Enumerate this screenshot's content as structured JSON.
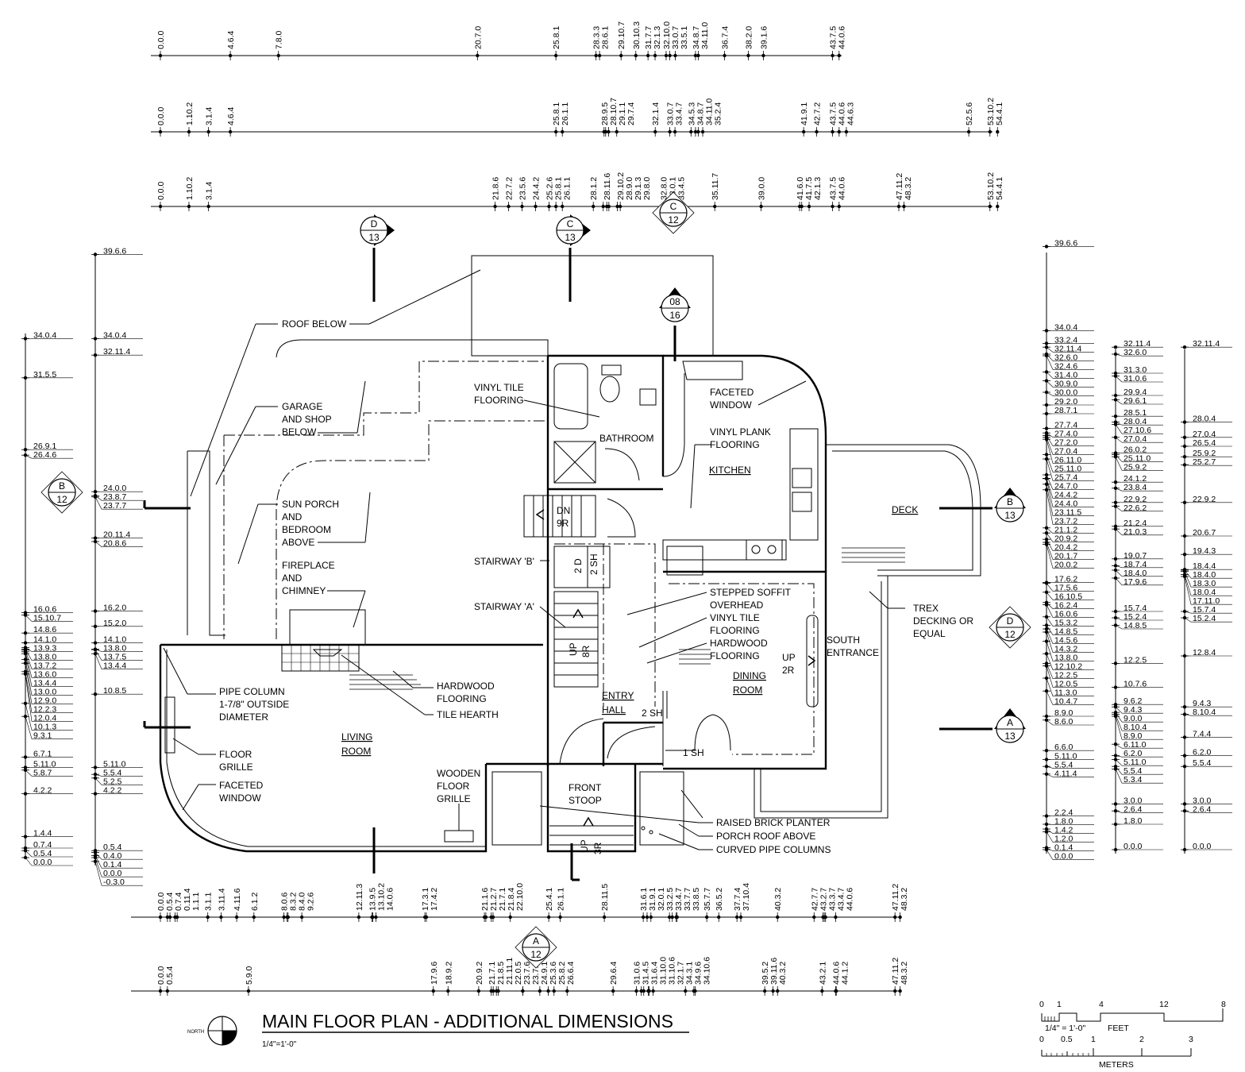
{
  "title": "MAIN FLOOR PLAN - ADDITIONAL DIMENSIONS",
  "scale": "1/4\"=1'-0\"",
  "north_label": "NORTH",
  "rooms": {
    "bathroom": "BATHROOM",
    "kitchen": "KITCHEN",
    "deck": "DECK",
    "living_1": "LIVING",
    "living_2": "ROOM",
    "dining_1": "DINING",
    "dining_2": "ROOM",
    "entry_1": "ENTRY",
    "entry_2": "HALL",
    "stoop_1": "FRONT",
    "stoop_2": "STOOP",
    "south_1": "SOUTH",
    "south_2": "ENTRANCE"
  },
  "notes": {
    "roof_below": "ROOF BELOW",
    "garage": [
      "GARAGE",
      "AND SHOP",
      "BELOW"
    ],
    "sun_porch": [
      "SUN PORCH",
      "AND",
      "BEDROOM",
      "ABOVE"
    ],
    "fireplace": [
      "FIREPLACE",
      "AND",
      "CHIMNEY"
    ],
    "vinyl_tile": [
      "VINYL TILE",
      "FLOORING"
    ],
    "faceted_window_top": [
      "FACETED",
      "WINDOW"
    ],
    "vinyl_plank": [
      "VINYL PLANK",
      "FLOORING"
    ],
    "stair_b": "STAIRWAY 'B'",
    "stair_a": "STAIRWAY 'A'",
    "soffit": [
      "STEPPED SOFFIT",
      "OVERHEAD",
      "VINYL TILE",
      "FLOORING",
      "HARDWOOD",
      "FLOORING"
    ],
    "trex": [
      "TREX",
      "DECKING OR",
      "EQUAL"
    ],
    "pipe_column": [
      "PIPE COLUMN",
      "1-7/8\" OUTSIDE",
      "DIAMETER"
    ],
    "hardwood": [
      "HARDWOOD",
      "FLOORING"
    ],
    "tile_hearth": "TILE HEARTH",
    "floor_grille": [
      "FLOOR",
      "GRILLE"
    ],
    "faceted_window_left": [
      "FACETED",
      "WINDOW"
    ],
    "wooden_grille": [
      "WOODEN",
      "FLOOR",
      "GRILLE"
    ],
    "planter": "RAISED BRICK PLANTER",
    "porch_roof": "PORCH ROOF ABOVE",
    "curved_pipe": "CURVED PIPE COLUMNS"
  },
  "stair_labels": {
    "dn": "DN",
    "dn_r": "9R",
    "up_a": "UP",
    "up_a_r": "8R",
    "up_stoop": "UP",
    "up_stoop_r": "3R",
    "up_dining": "UP",
    "up_dining_r": "2R",
    "two_d": "2 D",
    "two_sh": "2 SH",
    "two_sh_entry": "2 SH",
    "one_sh": "1 SH"
  },
  "markers": [
    {
      "id": "D",
      "sheet": "13"
    },
    {
      "id": "C",
      "sheet": "13"
    },
    {
      "id": "C",
      "sheet": "12"
    },
    {
      "id": "08",
      "sheet": "16"
    },
    {
      "id": "B",
      "sheet": "12"
    },
    {
      "id": "B",
      "sheet": "13"
    },
    {
      "id": "D",
      "sheet": "12"
    },
    {
      "id": "A",
      "sheet": "13"
    },
    {
      "id": "A",
      "sheet": "12"
    }
  ],
  "dimension_rows": {
    "top_1": [
      "0.0.0",
      "4.6.4",
      "7.8.0",
      "20.7.0",
      "25.8.1",
      "28.3.3",
      "28.6.1",
      "29.10.7",
      "30.10.3",
      "31.7.7",
      "32.1.3",
      "32.10.0",
      "33.0.7",
      "33.5.1",
      "34.8.7",
      "34.11.0",
      "36.7.4",
      "38.2.0",
      "39.1.6",
      "43.7.5",
      "44.0.6"
    ],
    "top_2": [
      "0.0.0",
      "1.10.2",
      "3.1.4",
      "4.6.4",
      "25.8.1",
      "26.1.1",
      "28.9.5",
      "28.10.7",
      "29.1.1",
      "29.7.4",
      "32.1.4",
      "33.0.7",
      "33.4.7",
      "34.5.3",
      "34.8.7",
      "34.11.0",
      "35.2.4",
      "41.9.1",
      "42.7.2",
      "43.7.5",
      "44.0.6",
      "44.6.3",
      "52.5.6",
      "53.10.2",
      "54.4.1"
    ],
    "top_3": [
      "0.0.0",
      "1.10.2",
      "3.1.4",
      "21.8.6",
      "22.7.2",
      "23.5.6",
      "24.4.2",
      "25.2.6",
      "25.8.1",
      "26.1.1",
      "28.1.2",
      "28.11.6",
      "29.10.2",
      "28.9.0",
      "29.1.3",
      "29.8.0",
      "32.8.0",
      "33.0.1",
      "33.4.5",
      "35.11.7",
      "39.0.0",
      "41.6.0",
      "41.7.5",
      "42.1.3",
      "43.7.5",
      "44.0.6",
      "47.11.2",
      "48.3.2",
      "53.10.2",
      "54.4.1"
    ],
    "bottom_1": [
      "0.0.0",
      "0.5.4",
      "0.7.4",
      "0.11.4",
      "1.1.1",
      "3.1.1",
      "3.11.4",
      "4.11.6",
      "6.1.2",
      "8.0.6",
      "8.3.2",
      "8.4.0",
      "9.2.6",
      "12.11.3",
      "13.9.5",
      "13.10.2",
      "14.0.6",
      "17.3.1",
      "17.4.2",
      "21.1.6",
      "21.2.7",
      "21.7.1",
      "21.8.4",
      "22.10.0",
      "25.4.1",
      "26.1.1",
      "28.11.5",
      "31.6.1",
      "31.9.1",
      "32.0.1",
      "33.2.5",
      "33.4.7",
      "33.7.7",
      "33.8.5",
      "35.7.7",
      "36.5.2",
      "37.7.4",
      "37.10.4",
      "40.3.2",
      "42.7.7",
      "43.2.7",
      "43.3.7",
      "43.4.7",
      "44.0.6",
      "47.11.2",
      "48.3.2"
    ],
    "bottom_2": [
      "0.0.0",
      "0.5.4",
      "5.9.0",
      "17.9.6",
      "18.9.2",
      "20.9.2",
      "21.7.1",
      "21.8.5",
      "21.11.1",
      "22.0.5",
      "23.7.6",
      "23.7.6",
      "24.9.1",
      "25.3.6",
      "25.8.2",
      "26.6.4",
      "29.6.4",
      "31.0.6",
      "31.4.5",
      "31.6.4",
      "31.10.0",
      "31.10.6",
      "32.1.7",
      "34.3.1",
      "34.9.6",
      "34.10.6",
      "39.5.2",
      "39.11.6",
      "40.3.2",
      "43.2.1",
      "44.0.6",
      "44.1.2",
      "47.11.2",
      "48.3.2"
    ],
    "left_1": [
      "34.0.4",
      "31.5.5",
      "26.9.1",
      "26.4.6",
      "16.0.6",
      "15.10.7",
      "14.8.6",
      "14.1.0",
      "13.9.3",
      "13.8.0",
      "13.7.2",
      "13.6.0",
      "13.4.4",
      "13.0.0",
      "12.9.0",
      "12.2.3",
      "12.0.4",
      "10.1.3",
      "9.3.1",
      "6.7.1",
      "5.11.0",
      "5.8.7",
      "4.2.2",
      "1.4.4",
      "0.7.4",
      "0.5.4",
      "0.0.0"
    ],
    "left_2": [
      "39.6.6",
      "34.0.4",
      "32.11.4",
      "24.0.0",
      "23.8.7",
      "23.7.7",
      "20.11.4",
      "20.8.6",
      "16.2.0",
      "15.2.0",
      "14.1.0",
      "13.8.0",
      "13.7.5",
      "13.4.4",
      "10.8.5",
      "5.11.0",
      "5.5.4",
      "5.2.5",
      "4.2.2",
      "0.5.4",
      "0.4.0",
      "0.1.4",
      "0.0.0",
      "-0.3.0"
    ],
    "right_1": [
      "39.6.6",
      "34.0.4",
      "33.2.4",
      "32.11.4",
      "32.6.0",
      "32.4.6",
      "31.4.0",
      "30.9.0",
      "30.0.0",
      "29.2.0",
      "28.7.1",
      "27.7.4",
      "24.4.2",
      "27.4.0",
      "27.2.0",
      "27.0.4",
      "26.11.0",
      "25.11.0",
      "25.7.4",
      "24.7.0",
      "24.4.0",
      "23.11.5",
      "23.7.2",
      "21.1.2",
      "20.9.2",
      "20.4.2",
      "20.1.7",
      "20.0.2",
      "17.6.2",
      "17.5.6",
      "16.10.5",
      "16.2.4",
      "16.0.6",
      "15.3.2",
      "14.8.5",
      "14.5.6",
      "14.3.2",
      "13.8.0",
      "12.10.2",
      "12.2.5",
      "12.0.5",
      "11.3.0",
      "10.4.7",
      "8.9.0",
      "8.6.0",
      "6.6.0",
      "5.11.0",
      "5.5.4",
      "4.11.4",
      "2.2.4",
      "1.8.0",
      "1.4.2",
      "1.2.0",
      "0.1.4",
      "0.0.0"
    ],
    "right_2": [
      "32.11.4",
      "32.6.0",
      "31.3.0",
      "31.0.6",
      "29.9.4",
      "29.6.1",
      "28.5.1",
      "28.0.4",
      "27.10.6",
      "27.0.4",
      "26.0.2",
      "25.11.0",
      "25.9.2",
      "24.1.2",
      "23.8.4",
      "22.9.2",
      "22.6.2",
      "21.2.4",
      "21.0.3",
      "19.0.7",
      "18.7.4",
      "18.4.0",
      "17.9.6",
      "15.7.4",
      "15.2.4",
      "14.8.5",
      "12.2.5",
      "10.7.6",
      "9.6.2",
      "9.4.3",
      "9.0.0",
      "8.10.4",
      "8.9.0",
      "6.11.0",
      "6.2.0",
      "5.11.0",
      "5.5.4",
      "5.3.4",
      "3.0.0",
      "2.6.4",
      "1.8.0",
      "0.0.0"
    ],
    "right_3": [
      "32.11.4",
      "28.0.4",
      "27.0.4",
      "26.5.4",
      "25.9.2",
      "25.2.7",
      "22.9.2",
      "20.6.7",
      "19.4.3",
      "18.4.4",
      "18.4.0",
      "18.3.0",
      "18.0.4",
      "17.11.0",
      "15.7.4",
      "15.2.4",
      "12.8.4",
      "9.4.3",
      "8.10.4",
      "7.4.4",
      "6.2.0",
      "5.5.4",
      "3.0.0",
      "2.6.4",
      "0.0.0"
    ]
  },
  "scale_bar": {
    "feet_ticks": [
      "0",
      "1",
      "4",
      "12",
      "8"
    ],
    "feet_label": "FEET",
    "scale_text": "1/4\" = 1'-0\"",
    "meter_ticks": [
      "0",
      "0.5",
      "1",
      "2",
      "3"
    ],
    "meters_label": "METERS"
  }
}
